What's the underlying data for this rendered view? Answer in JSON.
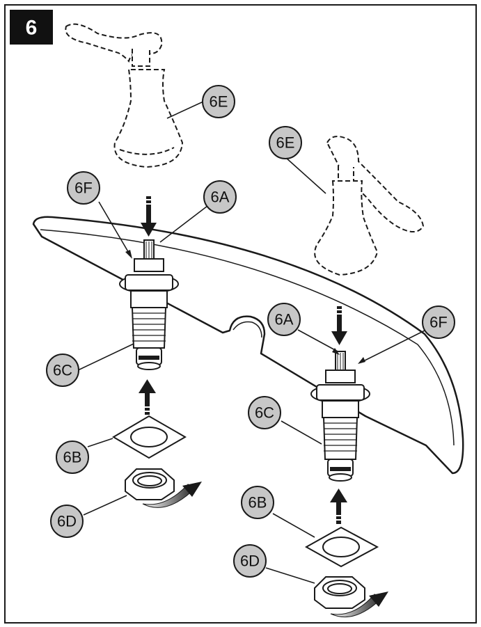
{
  "step": {
    "number": "6"
  },
  "callouts": {
    "left_handle": "6E",
    "right_handle": "6E",
    "left_flange": "6F",
    "left_stem": "6A",
    "left_cartridge": "6C",
    "left_gasket": "6B",
    "left_nut": "6D",
    "right_stem": "6A",
    "right_flange": "6F",
    "right_cartridge": "6C",
    "right_gasket": "6B",
    "right_nut": "6D"
  },
  "colors": {
    "callout_fill": "#c7c7c7",
    "line": "#1a1a1a",
    "step_badge": "#111111",
    "background": "#ffffff"
  }
}
